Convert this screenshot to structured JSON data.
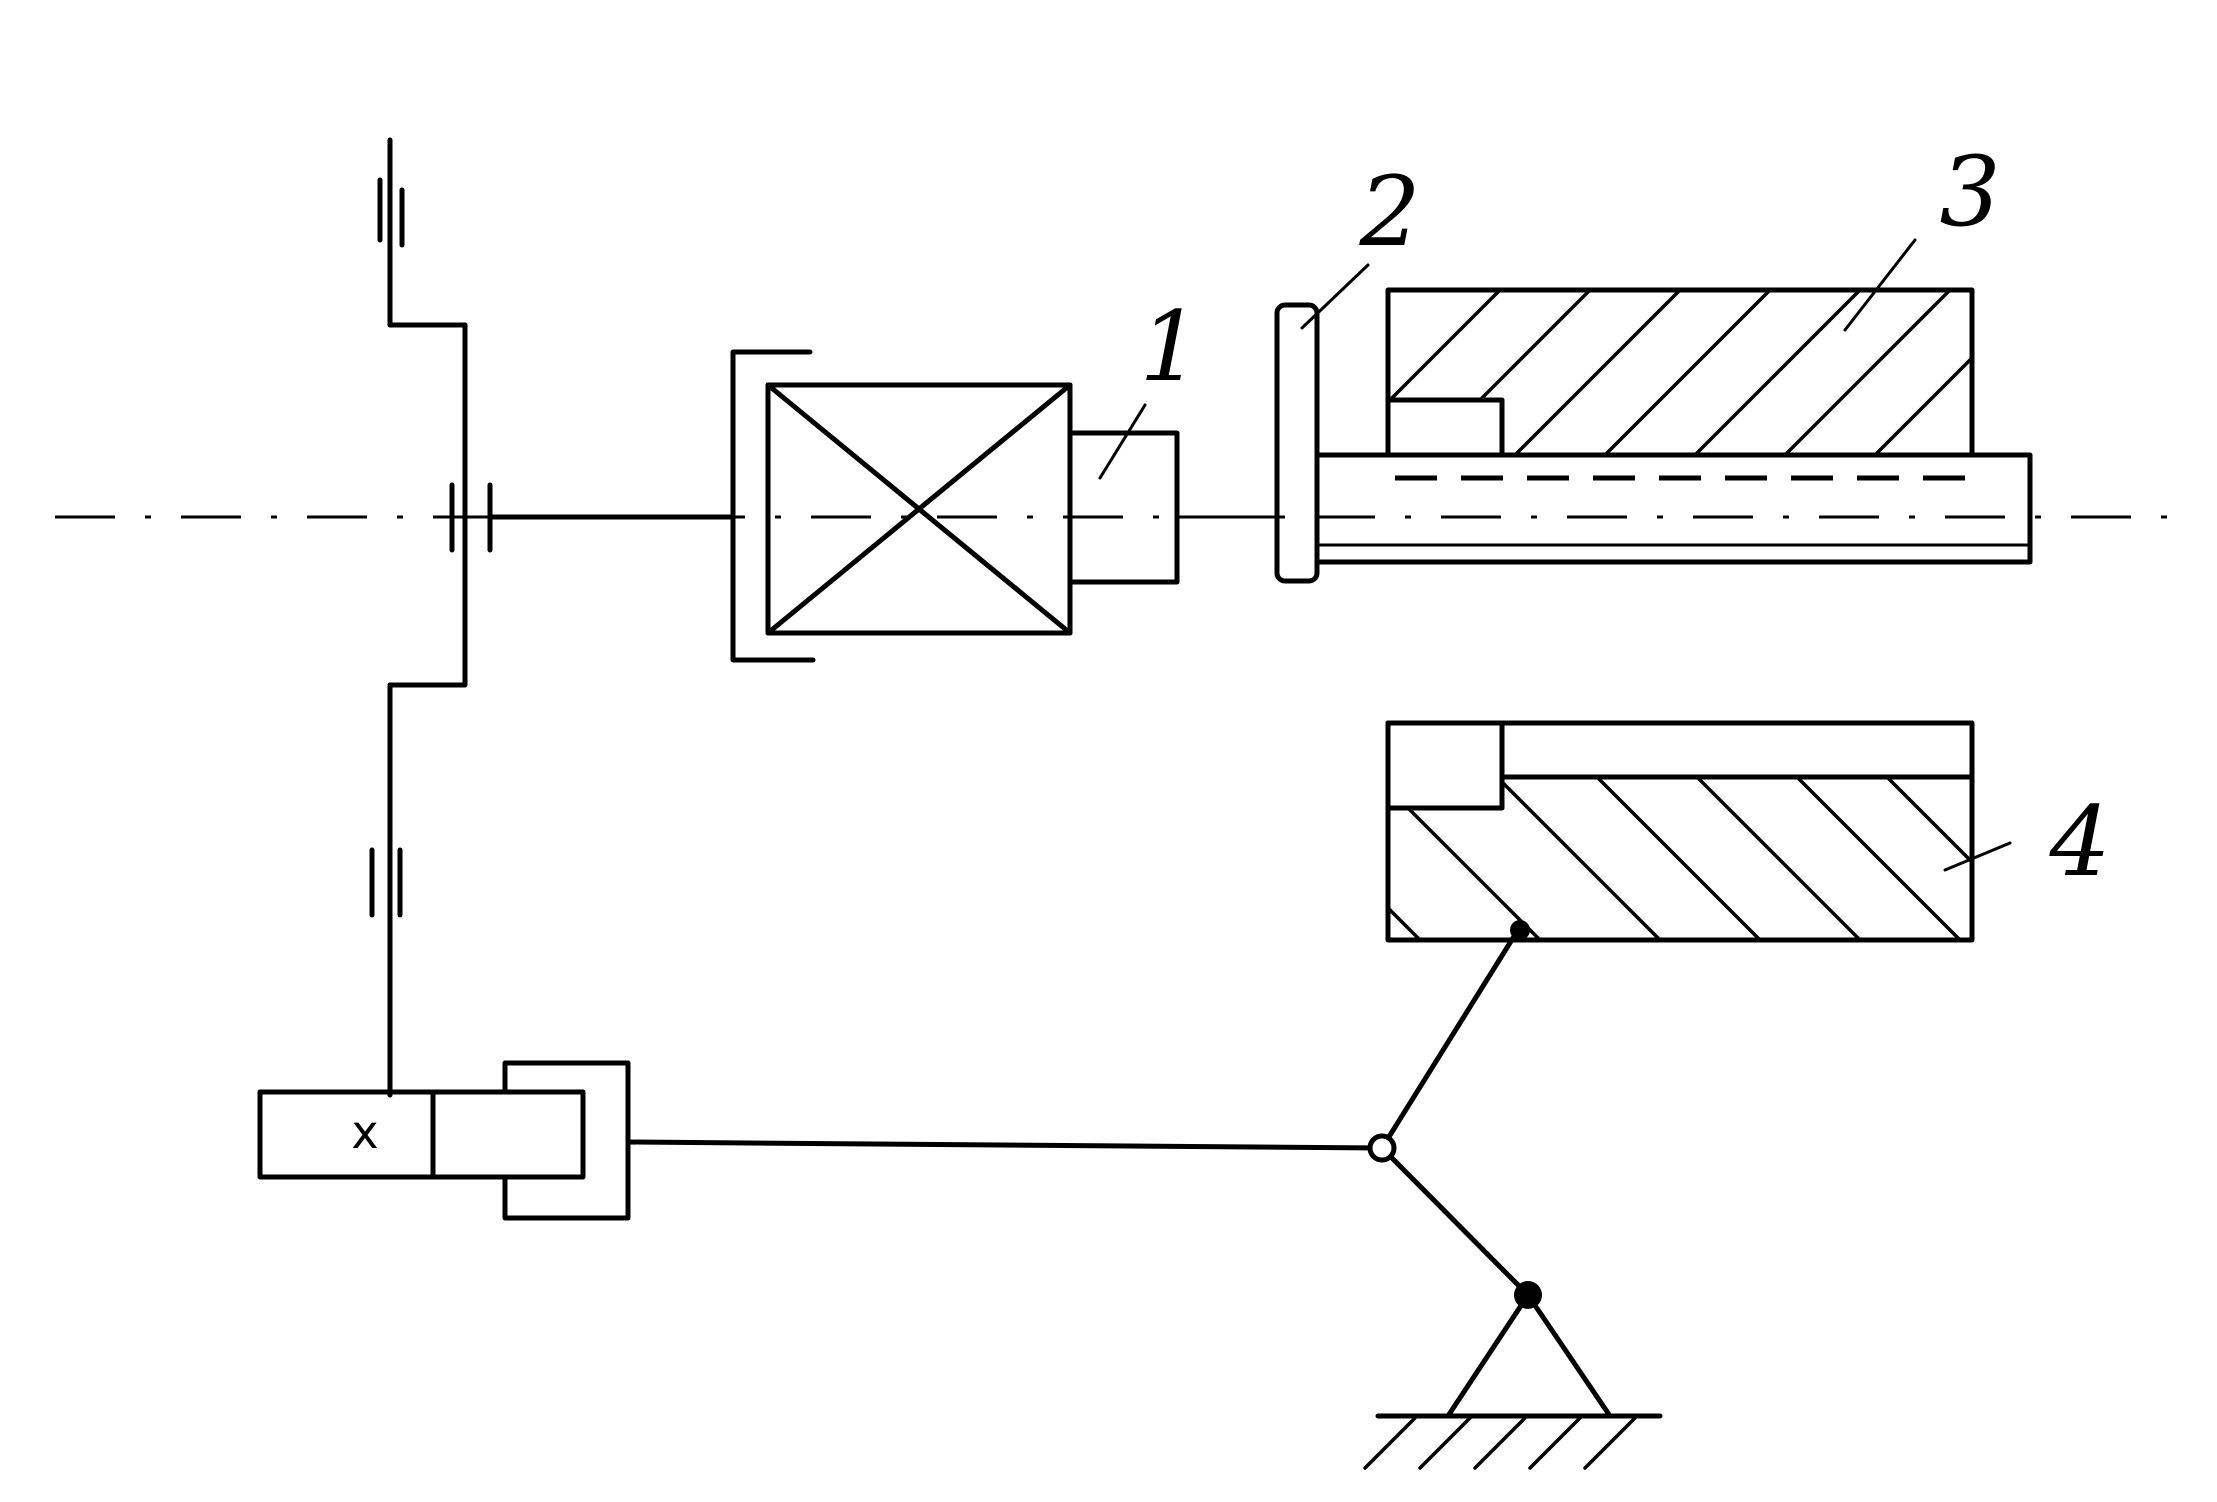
{
  "labels": {
    "part1": "1",
    "part2": "2",
    "part3": "3",
    "part4": "4",
    "gear_mark": "x"
  }
}
